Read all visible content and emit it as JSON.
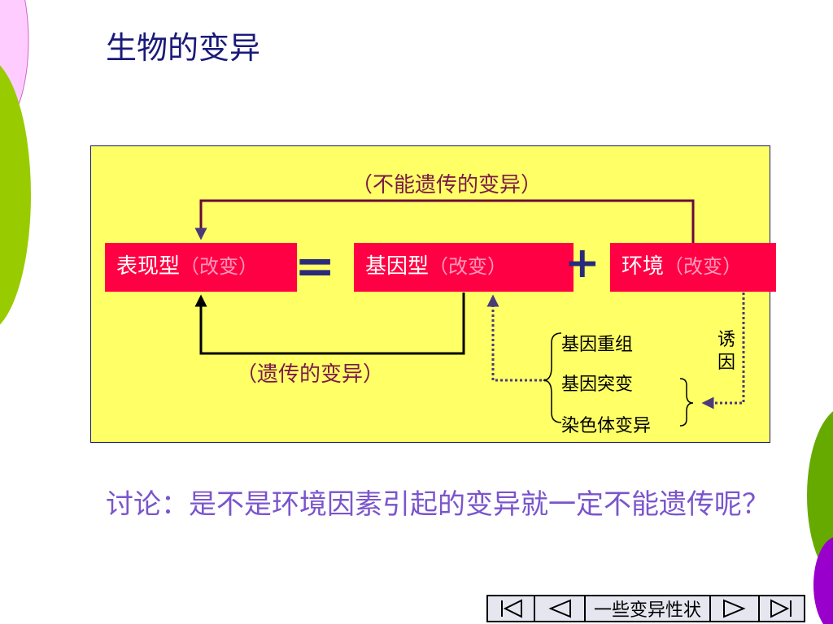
{
  "title": "生物的变异",
  "diagram": {
    "top_label": "（不能遗传的变异）",
    "bottom_label": "（遗传的变异）",
    "phenotype": {
      "name": "表现型",
      "change": "（改变）"
    },
    "genotype": {
      "name": "基因型",
      "change": "（改变）"
    },
    "environment": {
      "name": "环境",
      "change": "（改变）"
    },
    "equals_symbol": "=",
    "plus_symbol": "+",
    "inducer_top": "诱",
    "inducer_bottom": "因",
    "sources": [
      "基因重组",
      "基因突变",
      "染色体变异"
    ]
  },
  "discussion": "讨论：是不是环境因素引起的变异就一定不能遗传呢？",
  "nav": {
    "label": "一些变异性状"
  },
  "colors": {
    "box": "#ff0044",
    "panel": "#ffff66",
    "title": "#1a1a7a",
    "discussion": "#7a55cc"
  }
}
